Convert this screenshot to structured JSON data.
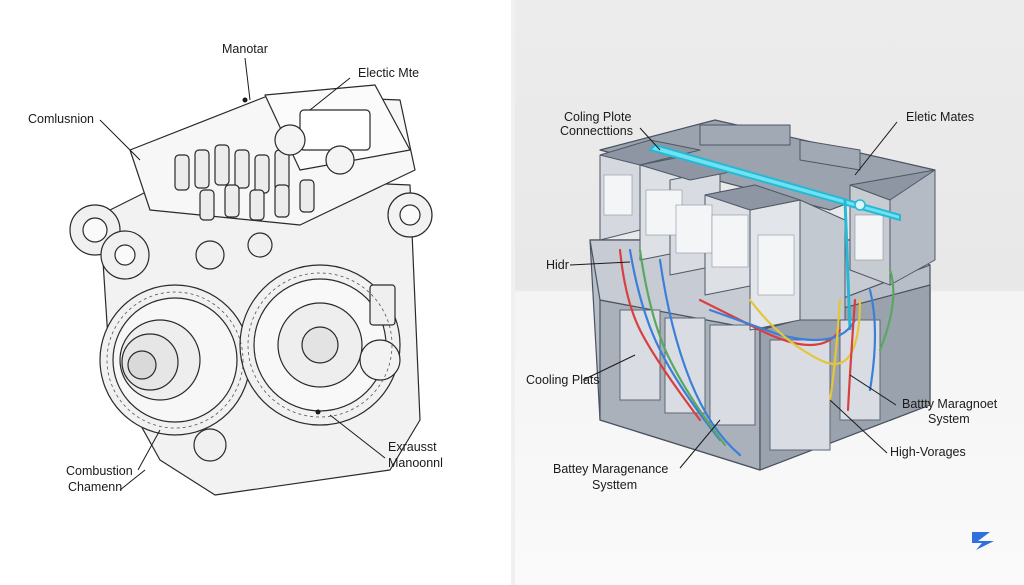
{
  "engine": {
    "labels": {
      "manotar": "Manotar",
      "electric_mte": "Electic Mte",
      "comlusnion": "Comlusnion",
      "exhaust_l1": "Exrausst",
      "exhaust_l2": "Manoonnl",
      "combustion_l1": "Combustion",
      "combustion_l2": "Chamenn"
    }
  },
  "battery": {
    "labels": {
      "cooling_plate_l1": "Coling Plote",
      "cooling_plate_l2": "Connecttions",
      "electric_mates": "Eletic Mates",
      "hidr": "Hidr",
      "cooling_plats": "Cooling Plats",
      "bms_right_l1": "Battty Maragnoet",
      "bms_right_l2": "System",
      "high_voltages": "High-Vorages",
      "bms_bottom_l1": "Battey Maragenance",
      "bms_bottom_l2": "Systtem"
    },
    "colors": {
      "module": "#c9ced6",
      "module_dark": "#6b7585",
      "cooling": "#4fd1e8",
      "wire_red": "#d84040",
      "wire_blue": "#3c7fd9",
      "wire_yellow": "#e3c63a",
      "wire_green": "#5aa860"
    }
  },
  "logo": {
    "icon": "brand-logo-icon",
    "color": "#2f6fe0"
  }
}
